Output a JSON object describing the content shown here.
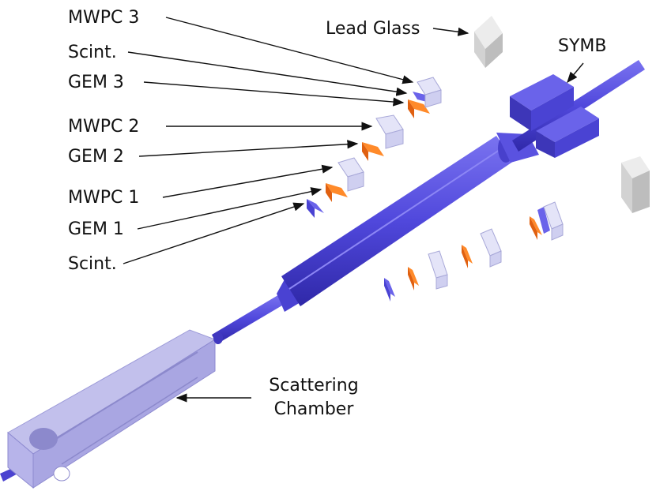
{
  "labels": {
    "mwpc3": "MWPC 3",
    "scint_top": "Scint.",
    "gem3": "GEM 3",
    "mwpc2": "MWPC 2",
    "gem2": "GEM 2",
    "mwpc1": "MWPC 1",
    "gem1": "GEM 1",
    "scint_bottom": "Scint.",
    "lead_glass": "Lead Glass",
    "symb": "SYMB",
    "scattering_line1": "Scattering",
    "scattering_line2": "Chamber"
  },
  "colors": {
    "beamline": "#5a52e0",
    "beamline_dark": "#3d35b8",
    "symb": "#4a44d6",
    "gem": "#ff7a1a",
    "mwpc": "#d6d6f2",
    "lead_glass": "#dcdcdc",
    "chamber": "#c8c6ee"
  }
}
